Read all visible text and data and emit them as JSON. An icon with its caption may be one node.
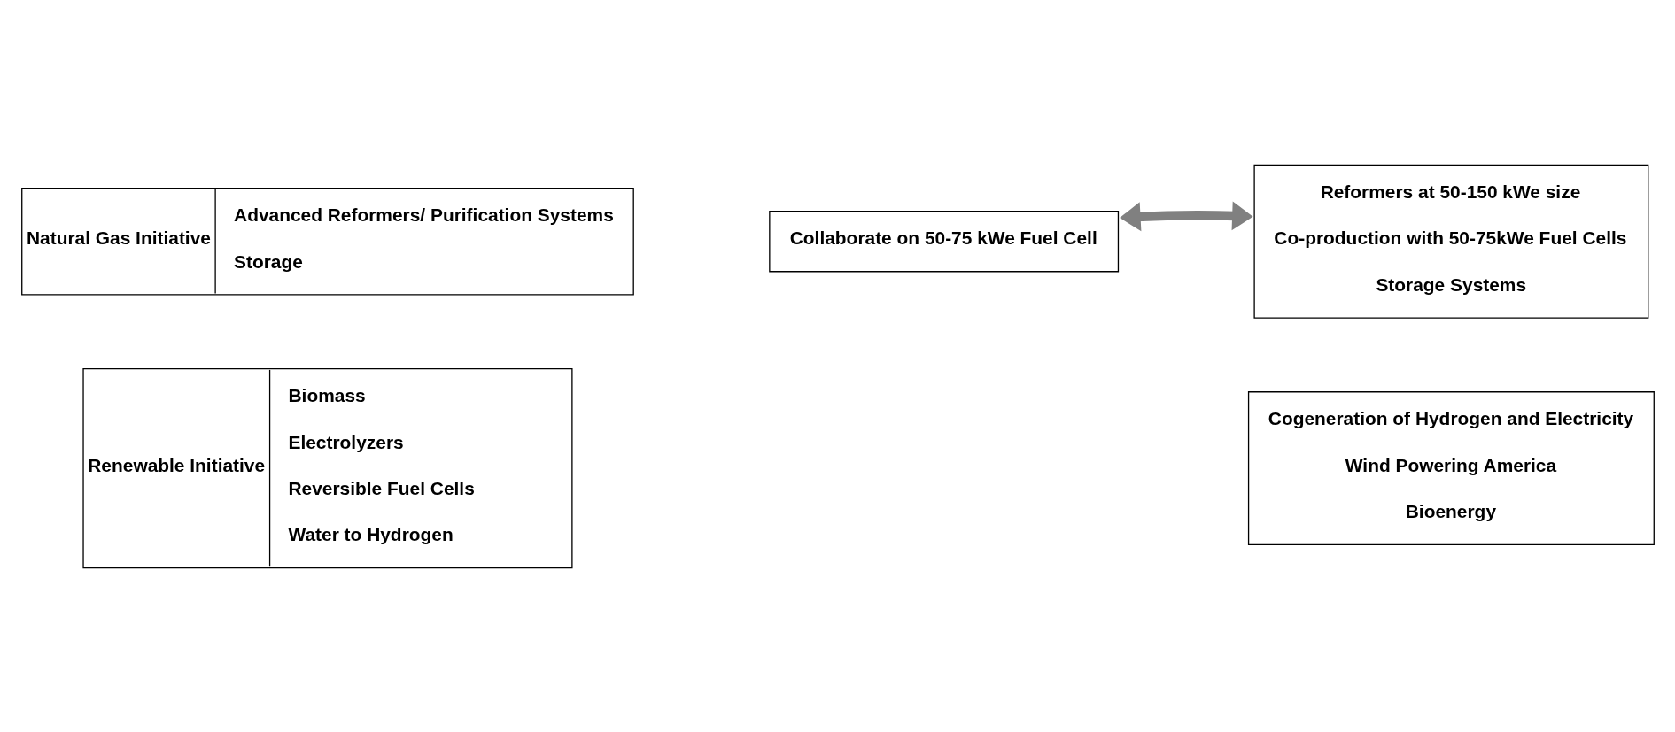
{
  "diagram": {
    "nodes": [
      {
        "text": [
          "Natural Gas Initiative",
          "Advanced Reformers/ Purification Systems",
          "Storage"
        ]
      },
      {
        "text": [
          "Collaborate on 50-75 kWe Fuel Cell"
        ]
      },
      {
        "text": [
          "Reformers at 50-150 kWe size",
          "Co-production with 50-75kWe Fuel Cells",
          "Storage Systems"
        ]
      },
      {
        "text": [
          "Renewable Initiative",
          "Biomass",
          "Electrolyzers",
          "Reversible Fuel Cells",
          "Water to Hydrogen"
        ]
      },
      {
        "text": [
          "Cogeneration of Hydrogen and Electricity",
          "Wind Powering America",
          "Bioenergy"
        ]
      }
    ],
    "edges": [
      {
        "from": 1,
        "to": 2,
        "arrow": "both"
      }
    ]
  }
}
